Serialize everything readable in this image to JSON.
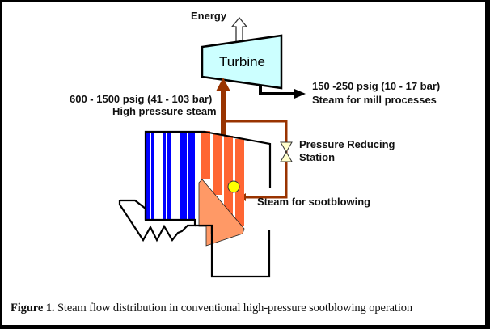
{
  "labels": {
    "energy": "Energy",
    "turbine": "Turbine",
    "high_pressure_range": "600 - 1500 psig (41 - 103 bar)",
    "high_pressure_name": "High pressure steam",
    "mill_pressure_range": "150 -250 psig (10 - 17 bar)",
    "mill_name": "Steam for mill processes",
    "prs_line1": "Pressure Reducing",
    "prs_line2": "Station",
    "sootblowing": "Steam for sootblowing"
  },
  "caption": {
    "figure_label": "Figure 1.",
    "text": "Steam flow distribution in conventional high-pressure sootblowing operation"
  },
  "colors": {
    "turbine_fill": "#ccffff",
    "steam_pipe": "#993300",
    "bank_blue": "#0000ff",
    "bank_orange": "#ff6633",
    "hopper_fill": "#ff9966",
    "sootblower_dot": "#ffff00",
    "valve_fill": "#ffffcc"
  }
}
